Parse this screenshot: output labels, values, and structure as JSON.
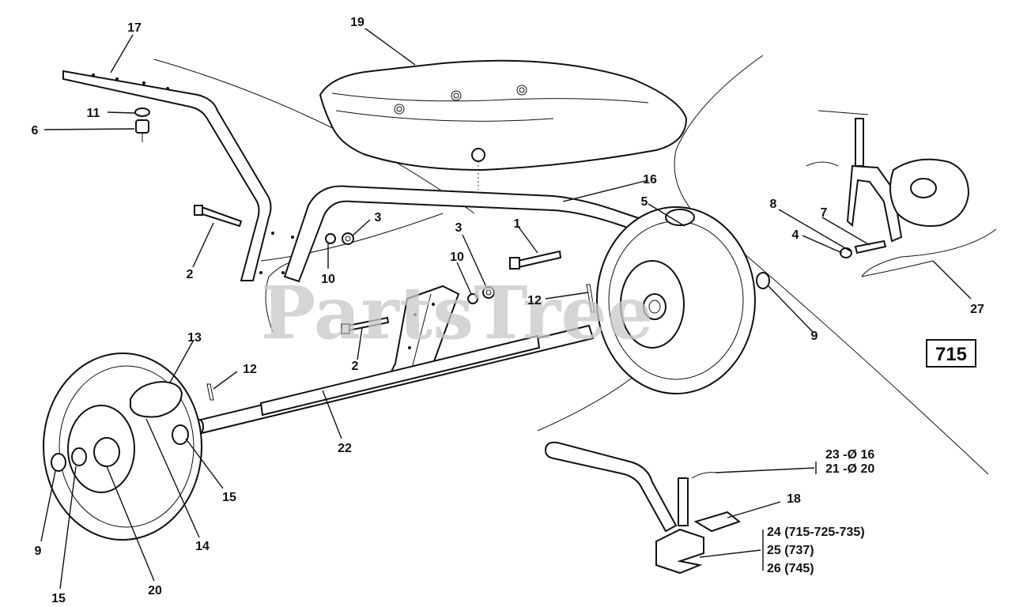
{
  "diagram": {
    "model_badge": "715",
    "watermark": "PartsTree",
    "callouts": {
      "c1": "1",
      "c2a": "2",
      "c2b": "2",
      "c3a": "3",
      "c3b": "3",
      "c4": "4",
      "c5": "5",
      "c6": "6",
      "c7": "7",
      "c8": "8",
      "c9a": "9",
      "c9b": "9",
      "c10a": "10",
      "c10b": "10",
      "c11": "11",
      "c12a": "12",
      "c12b": "12",
      "c13": "13",
      "c14": "14",
      "c15a": "15",
      "c15b": "15",
      "c16": "16",
      "c17": "17",
      "c18": "18",
      "c19": "19",
      "c20": "20",
      "c22": "22",
      "c27": "27"
    },
    "notes": {
      "n23": "23 -Ø 16",
      "n21": "21 -Ø 20",
      "n24": "24 (715-725-735)",
      "n25": "25 (737)",
      "n26": "26 (745)"
    }
  }
}
